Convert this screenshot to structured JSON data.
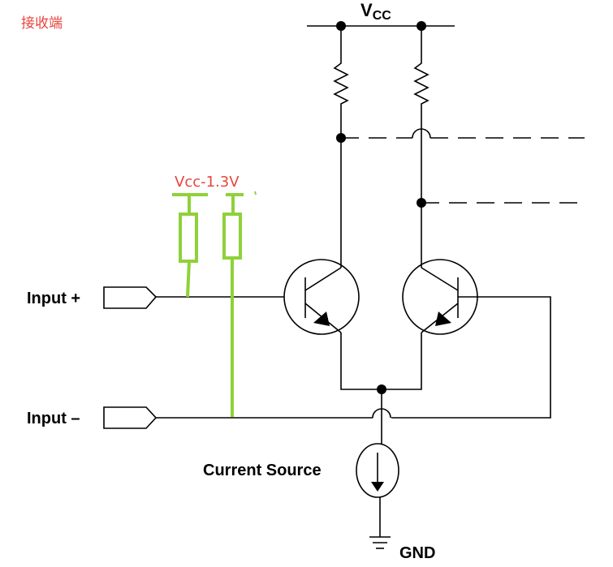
{
  "annotation": {
    "corner_label": "接收端",
    "threshold_label": "Vcc-1.3V",
    "annotation_color": "#e8453c",
    "bias_color": "#8fd13a"
  },
  "circuit": {
    "supply_label_main": "V",
    "supply_label_sub": "CC",
    "input_plus_label": "Input +",
    "input_minus_label": "Input –",
    "current_source_label": "Current Source",
    "ground_label": "GND"
  }
}
